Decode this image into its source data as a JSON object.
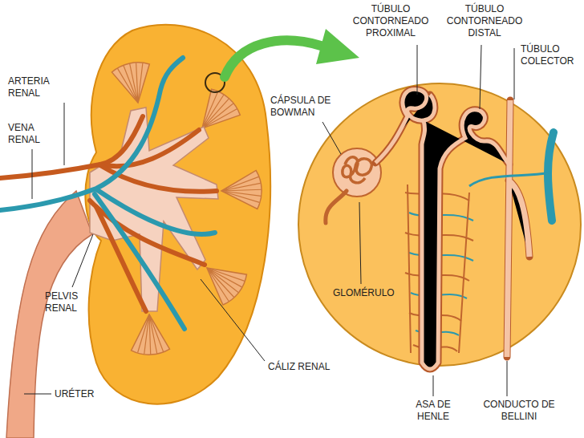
{
  "diagram": {
    "labels": [
      "TÚBULO CONTORNEADO PROXIMAL",
      "TÚBULO CONTORNEADO DISTAL",
      "TÚBULO COLECTOR",
      "ARTERIA RENAL",
      "CÁPSULA DE BOWMAN",
      "VENA RENAL",
      "GLOMÉRULO",
      "PELVIS RENAL",
      "CÁLIZ RENAL",
      "URÉTER",
      "ASA DE HENLE",
      "CONDUCTO DE BELLINI"
    ]
  }
}
